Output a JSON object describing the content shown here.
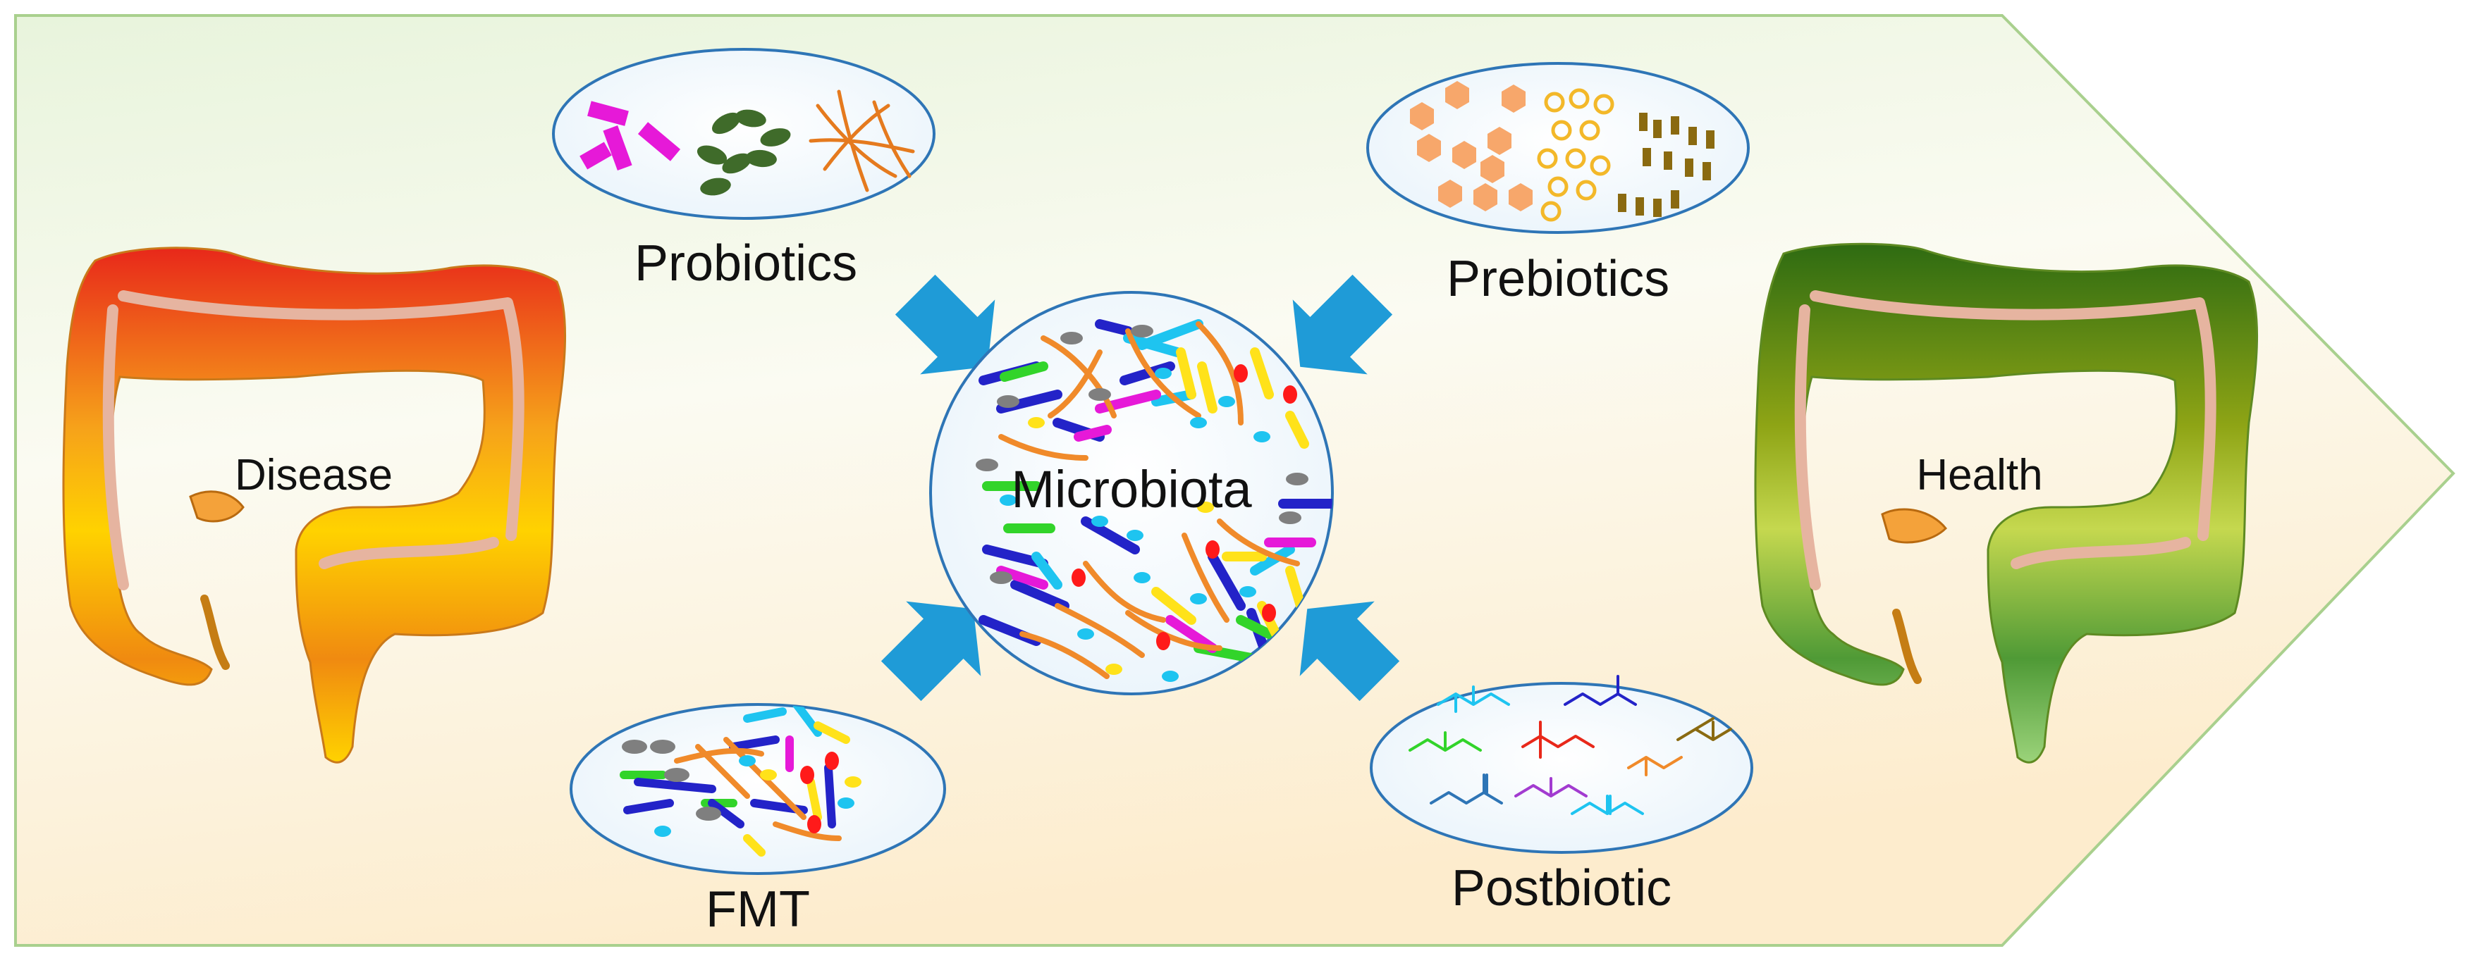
{
  "diagram": {
    "center": {
      "label": "Microbiota"
    },
    "left_state": {
      "label": "Disease"
    },
    "right_state": {
      "label": "Health"
    },
    "interventions": [
      {
        "id": "probiotics",
        "label": "Probiotics"
      },
      {
        "id": "prebiotics",
        "label": "Prebiotics"
      },
      {
        "id": "fmt",
        "label": "FMT"
      },
      {
        "id": "postbiotic",
        "label": "Postbiotic"
      }
    ]
  },
  "colors": {
    "arrow": "#1f9bd7",
    "frame_stroke": "#a9d08e",
    "disease_dark": "#e8281a",
    "disease_light": "#ffd200",
    "health_dark": "#2e6b12",
    "health_light": "#9bd37a",
    "bubble_fill": "#ffffff",
    "bubble_stroke": "#2e75b6"
  }
}
